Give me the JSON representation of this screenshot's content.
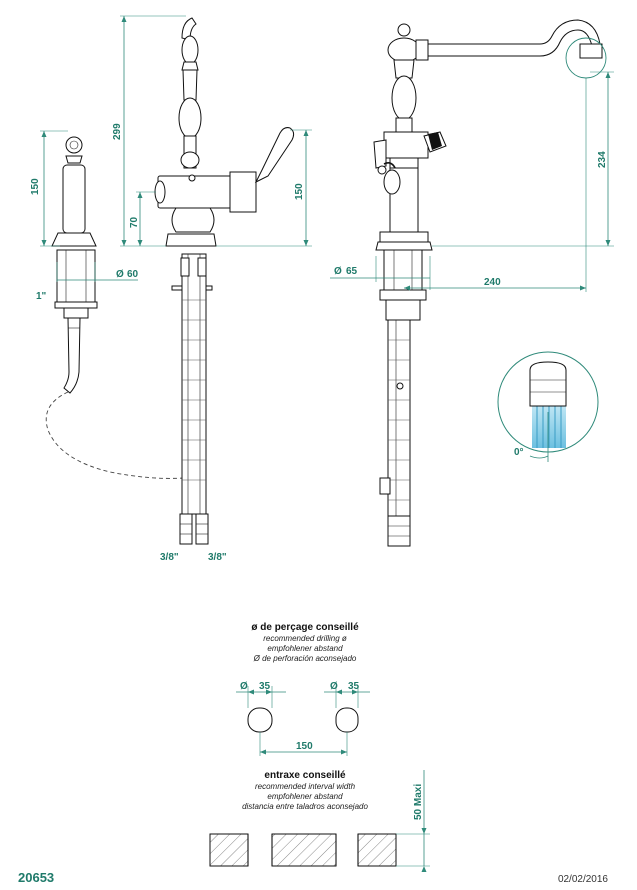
{
  "dimensions": {
    "spray_height": "150",
    "spray_thread": "1\"",
    "spray_diameter": "60",
    "spout_total_height": "299",
    "lever_height": "150",
    "body_height": "70",
    "hose_left": "3/8\"",
    "hose_right": "3/8\"",
    "base_diameter": "65",
    "reach": "240",
    "outlet_height": "234",
    "aerator_angle": "0°",
    "diameter_symbol": "Ø"
  },
  "drilling": {
    "title": "ø de perçage conseillé",
    "lines": [
      "recommended drilling ø",
      "empfohlener abstand",
      "Ø de perforación aconsejado"
    ],
    "hole_left_diameter": "35",
    "hole_right_diameter": "35",
    "spacing": "150"
  },
  "interval": {
    "title": "entraxe conseillé",
    "lines": [
      "recommended interval width",
      "empfohlener abstand",
      "distancia entre taladros aconsejado"
    ],
    "max_thickness": "50 Maxi"
  },
  "footer": {
    "product_code": "20653",
    "date": "02/02/2016"
  },
  "colors": {
    "dimension": "#1f7a6a",
    "water": "#7ec8e3"
  }
}
